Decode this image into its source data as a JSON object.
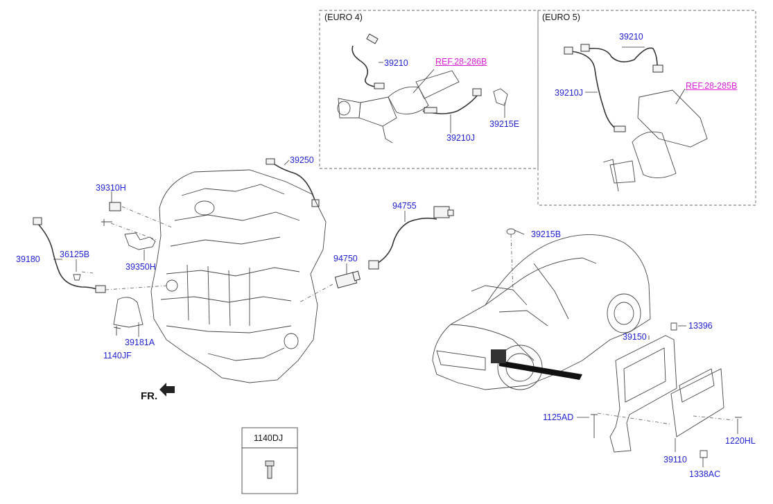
{
  "insets": {
    "euro4": {
      "title": "(EURO 4)",
      "ref": "REF.28-286B",
      "parts": [
        "39210",
        "39210J",
        "39215E"
      ]
    },
    "euro5": {
      "title": "(EURO 5)",
      "ref": "REF.28-285B",
      "parts": [
        "39210",
        "39210J"
      ]
    }
  },
  "engine_parts": {
    "p39250": "39250",
    "p39310H": "39310H",
    "p39350H": "39350H",
    "p39180": "39180",
    "p36125B": "36125B",
    "p39181A": "39181A",
    "p1140JF": "1140JF",
    "p94755": "94755",
    "p94750": "94750"
  },
  "vehicle_parts": {
    "p39215B": "39215B",
    "p39150": "39150",
    "p13396": "13396",
    "p1125AD": "1125AD",
    "p1220HL": "1220HL",
    "p39110": "39110",
    "p1338AC": "1338AC"
  },
  "direction": "FR.",
  "callout_box": {
    "title": "1140DJ"
  },
  "colors": {
    "part_label": "#1f1fd6",
    "reference_label": "#d81fd6",
    "line": "#333333"
  }
}
